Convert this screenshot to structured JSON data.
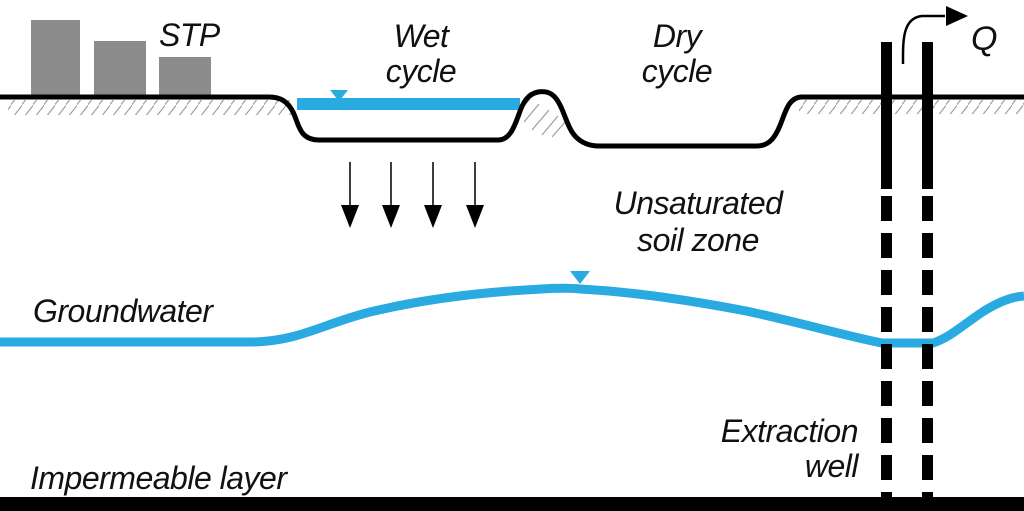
{
  "diagram": {
    "labels": {
      "stp": "STP",
      "wet_cycle_line1": "Wet",
      "wet_cycle_line2": "cycle",
      "dry_cycle_line1": "Dry",
      "dry_cycle_line2": "cycle",
      "unsaturated_line1": "Unsaturated",
      "unsaturated_line2": "soil zone",
      "groundwater": "Groundwater",
      "impermeable": "Impermeable layer",
      "extraction_line1": "Extraction",
      "extraction_line2": "well",
      "discharge": "Q"
    },
    "colors": {
      "water": "#29ABE2",
      "structure": "#8C8C8C",
      "hatch": "#9E9E9E",
      "ink": "#000000"
    },
    "icons": {
      "water_level_marker": "filled-triangle-down",
      "infiltration_arrow": "arrow-down",
      "discharge_arrow": "curved-arrow-right"
    }
  }
}
